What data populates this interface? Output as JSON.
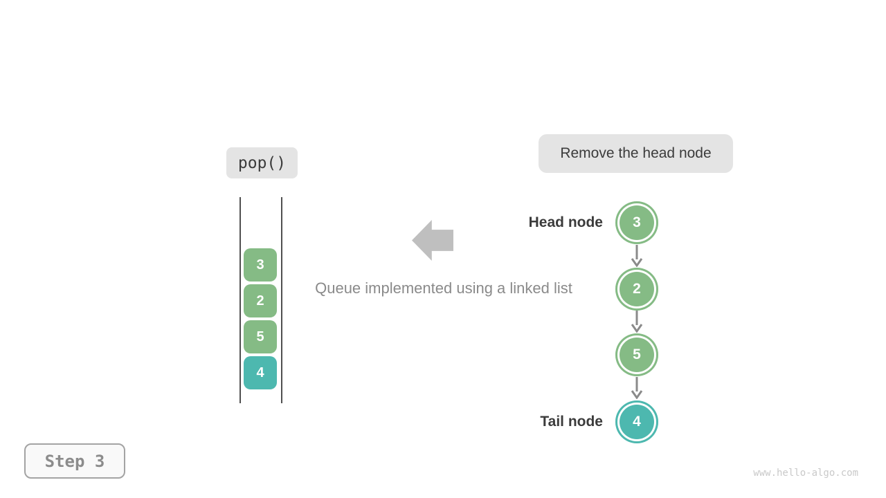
{
  "figure": {
    "operation_badge": "pop()",
    "action_badge": "Remove the head node",
    "caption": "Queue implemented using a linked list",
    "step_badge": "Step 3",
    "watermark": "www.hello-algo.com"
  },
  "queue": {
    "items": [
      {
        "value": "3",
        "tone": "green"
      },
      {
        "value": "2",
        "tone": "green"
      },
      {
        "value": "5",
        "tone": "green"
      },
      {
        "value": "4",
        "tone": "teal"
      }
    ]
  },
  "linked_list": {
    "head_label": "Head node",
    "tail_label": "Tail node",
    "nodes": [
      {
        "value": "3",
        "tone": "green"
      },
      {
        "value": "2",
        "tone": "green"
      },
      {
        "value": "5",
        "tone": "green"
      },
      {
        "value": "4",
        "tone": "teal"
      }
    ]
  },
  "colors": {
    "green": "#85bb85",
    "teal": "#4db8af",
    "badge_bg": "#e4e4e4",
    "big_arrow": "#bfbfbf",
    "link_arrow": "#8a8a8a",
    "dark_text": "#3b3b3b",
    "gray_text": "#8a8a8a",
    "step_text": "#8c8c8c",
    "watermark_text": "#c9c9c9",
    "container_line": "#4f4f4f"
  }
}
